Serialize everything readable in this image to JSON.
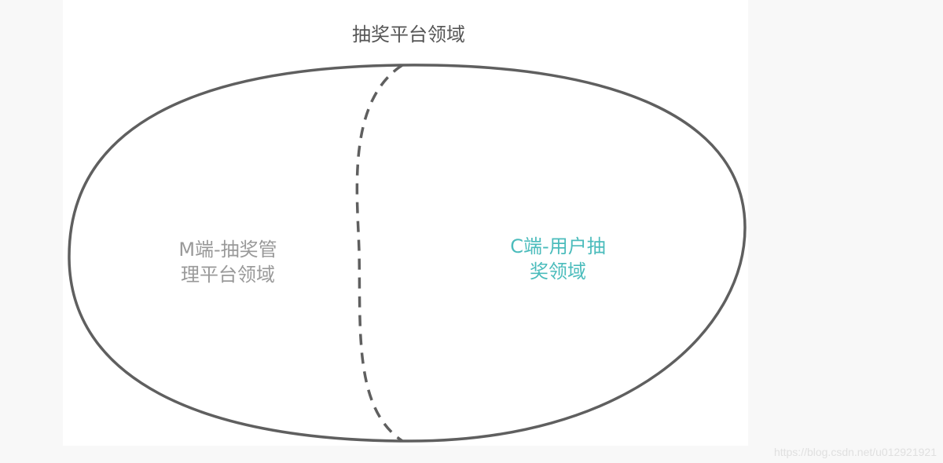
{
  "title": "抽奖平台领域",
  "regions": {
    "m_side": {
      "line1": "M端-抽奖管",
      "line2": "理平台领域",
      "color": "#999999"
    },
    "c_side": {
      "line1": "C端-用户抽",
      "line2": "奖领域",
      "color": "#4bbcbc"
    }
  },
  "watermark": "https://blog.csdn.net/u012921921"
}
